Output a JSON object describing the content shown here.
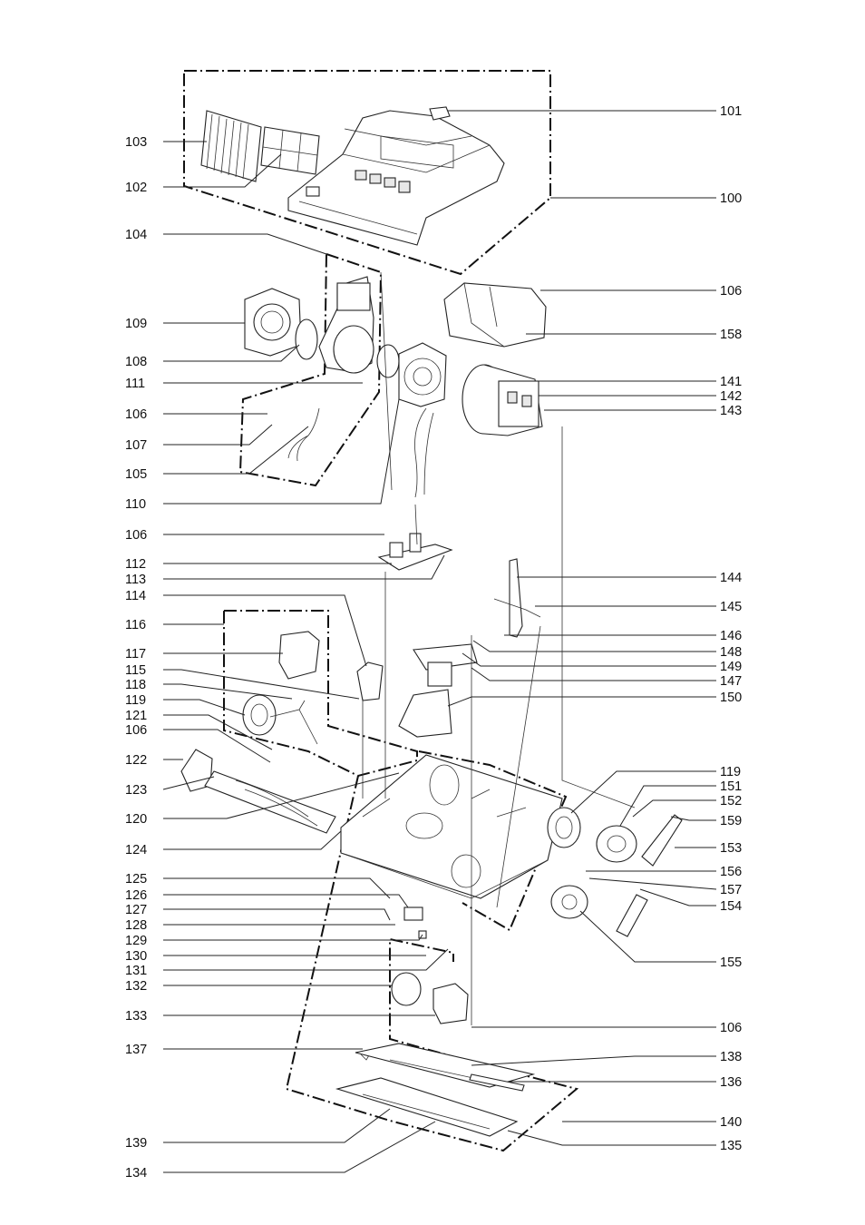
{
  "labels": {
    "p100": "100",
    "p101": "101",
    "p102": "102",
    "p103": "103",
    "p104": "104",
    "p105": "105",
    "p106": "106",
    "p107": "107",
    "p108": "108",
    "p109": "109",
    "p110": "110",
    "p111": "111",
    "p112": "112",
    "p113": "113",
    "p114": "114",
    "p115": "115",
    "p116": "116",
    "p117": "117",
    "p118": "118",
    "p119": "119",
    "p120": "120",
    "p121": "121",
    "p122": "122",
    "p123": "123",
    "p124": "124",
    "p125": "125",
    "p126": "126",
    "p127": "127",
    "p128": "128",
    "p129": "129",
    "p130": "130",
    "p131": "131",
    "p132": "132",
    "p133": "133",
    "p134": "134",
    "p135": "135",
    "p136": "136",
    "p137": "137",
    "p138": "138",
    "p139": "139",
    "p140": "140",
    "p141": "141",
    "p142": "142",
    "p143": "143",
    "p144": "144",
    "p145": "145",
    "p146": "146",
    "p147": "147",
    "p148": "148",
    "p149": "149",
    "p150": "150",
    "p151": "151",
    "p152": "152",
    "p153": "153",
    "p154": "154",
    "p155": "155",
    "p156": "156",
    "p157": "157",
    "p158": "158",
    "p159": "159"
  }
}
